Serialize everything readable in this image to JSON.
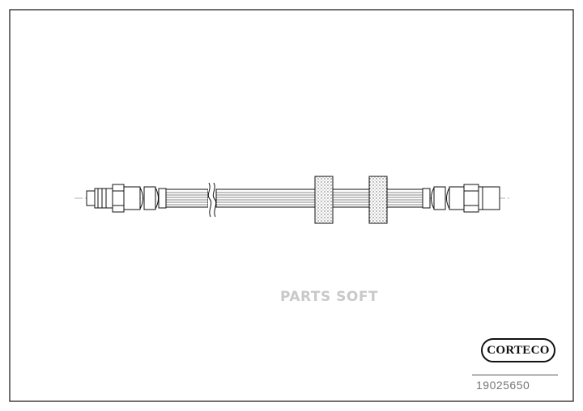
{
  "watermark": {
    "text": "PARTS SOFT"
  },
  "brand": {
    "logo_text": "CORTECO"
  },
  "part": {
    "number": "19025650"
  },
  "colors": {
    "line": "#111111",
    "watermark": "#c9c9c9",
    "part_number": "#777777"
  }
}
